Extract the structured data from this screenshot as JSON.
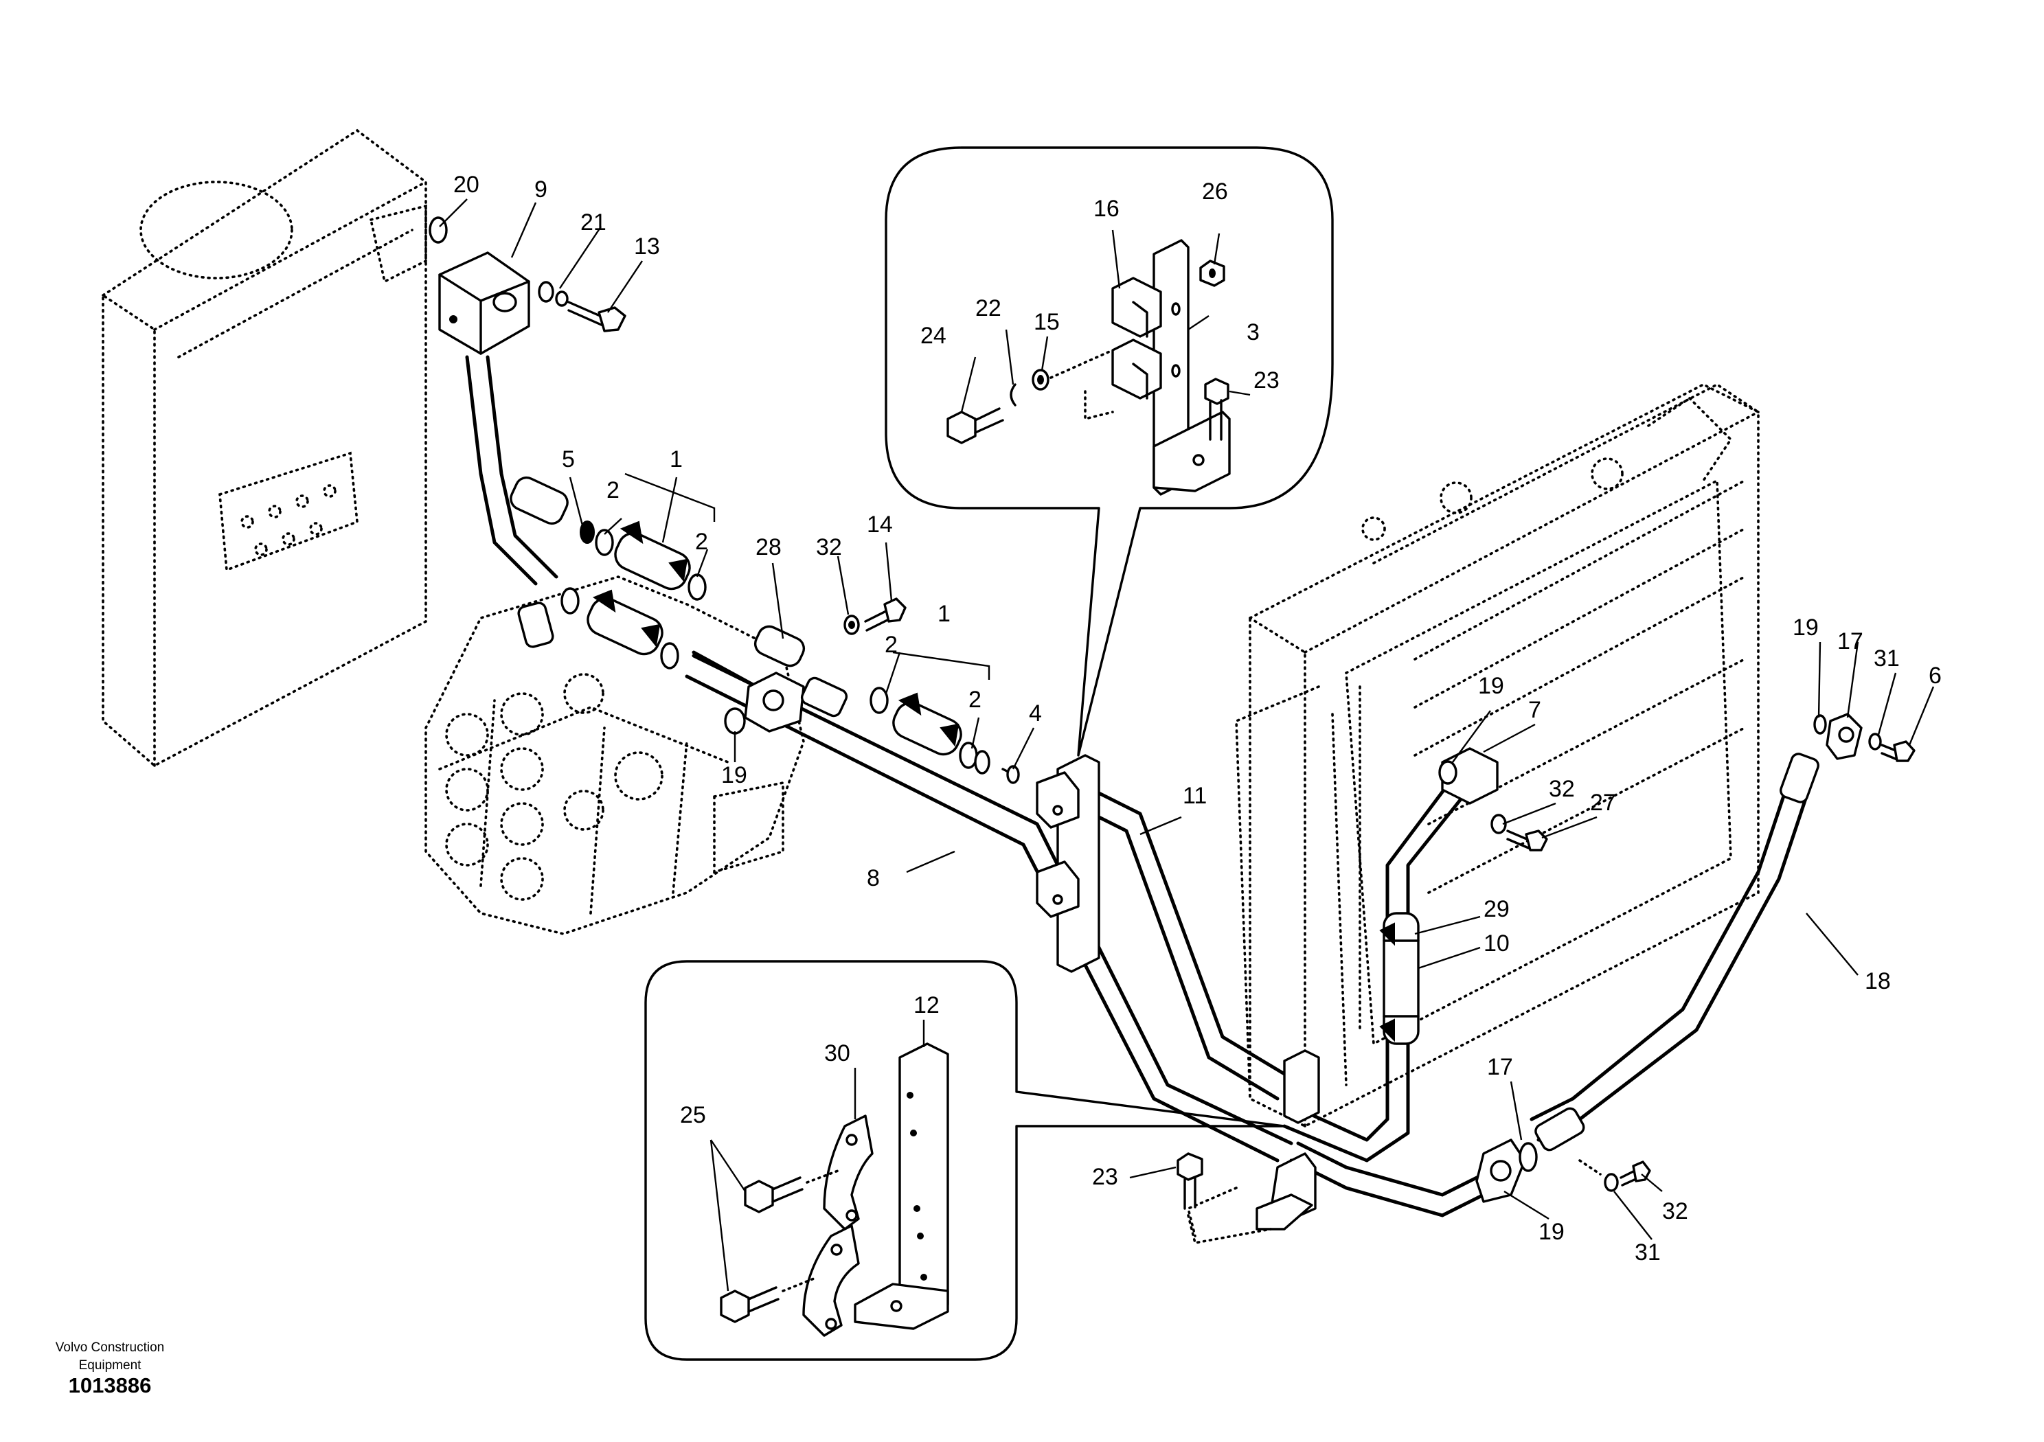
{
  "footer": {
    "brand_line1": "Volvo Construction",
    "brand_line2": "Equipment",
    "drawing_number": "1013886"
  },
  "callouts": {
    "c1a": "1",
    "c1b": "1",
    "c2a": "2",
    "c2b": "2",
    "c2c": "2",
    "c2d": "2",
    "c3": "3",
    "c4": "4",
    "c5": "5",
    "c6": "6",
    "c7": "7",
    "c8": "8",
    "c9": "9",
    "c10": "10",
    "c11": "11",
    "c12": "12",
    "c13": "13",
    "c14": "14",
    "c15": "15",
    "c16": "16",
    "c17a": "17",
    "c17b": "17",
    "c18": "18",
    "c19a": "19",
    "c19b": "19",
    "c19c": "19",
    "c19d": "19",
    "c20": "20",
    "c21": "21",
    "c22": "22",
    "c23a": "23",
    "c23b": "23",
    "c24": "24",
    "c25": "25",
    "c26": "26",
    "c27": "27",
    "c28": "28",
    "c29": "29",
    "c30": "30",
    "c31a": "31",
    "c31b": "31",
    "c32a": "32",
    "c32b": "32",
    "c32c": "32"
  }
}
